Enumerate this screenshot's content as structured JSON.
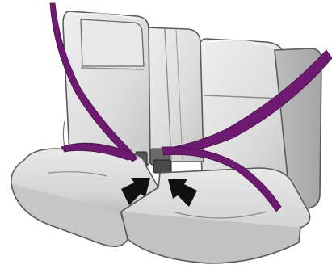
{
  "illustration": {
    "subject": "rear-bench-seat-belt-routing",
    "elements": {
      "seatbacks": 3,
      "seat_cushions": 2,
      "seat_belts": 2,
      "buckle_arrows": 2
    },
    "colors": {
      "background": "#ffffff",
      "seat_fill_light": "#e6e6e6",
      "seat_fill_mid": "#d2d2d2",
      "seat_fill_dark": "#a9a9a9",
      "seat_outline": "#5a5a5a",
      "belt": "#6e1a70",
      "belt_edge": "#4a0f4c",
      "arrow": "#111111",
      "buckle": "#444444"
    }
  }
}
